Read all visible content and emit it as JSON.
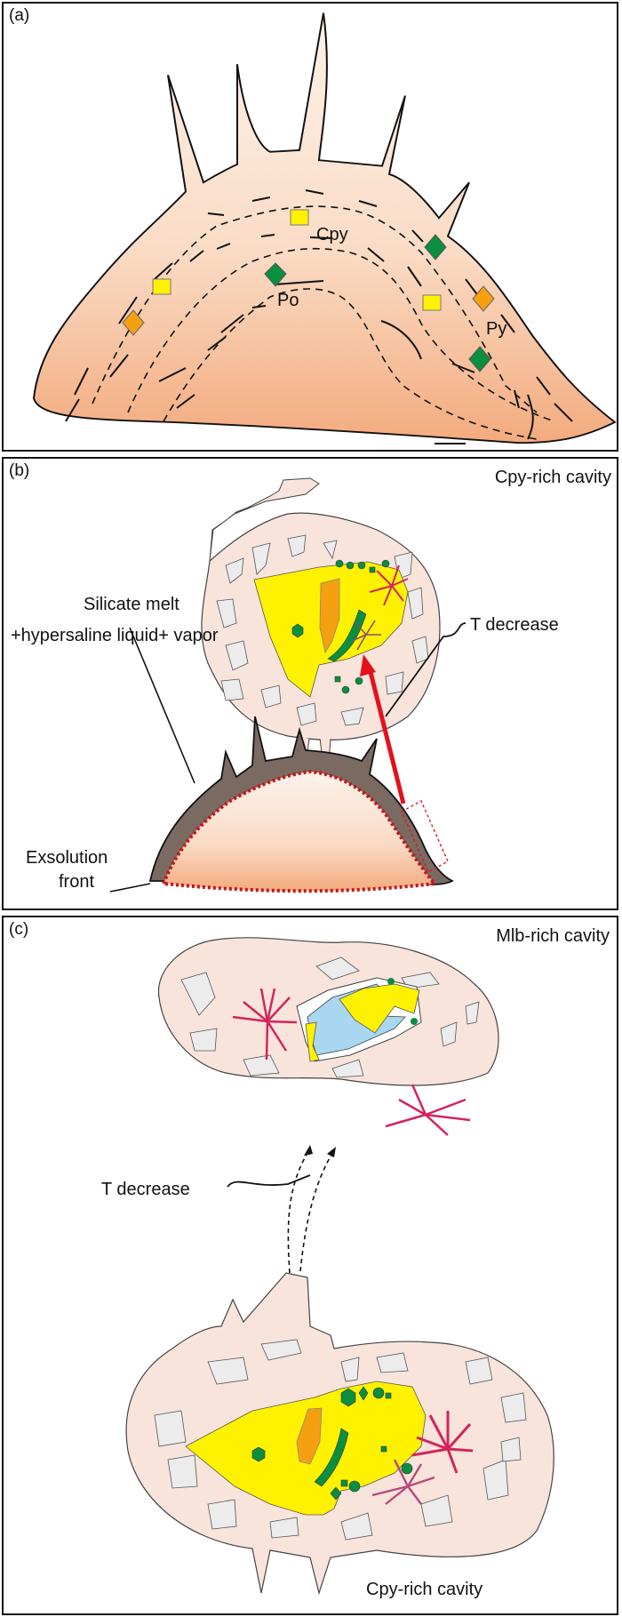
{
  "figure": {
    "panels": [
      {
        "id": "a",
        "label": "(a)",
        "mineral_labels": {
          "cpy": "Cpy",
          "po": "Po",
          "py": "Py"
        }
      },
      {
        "id": "b",
        "label": "(b)",
        "title": "Cpy-rich cavity",
        "annotations": {
          "melt_line1": "Silicate melt",
          "melt_line2": "+hypersaline liquid+ vapor",
          "t_decrease": "T decrease",
          "exsolution_line1": "Exsolution",
          "exsolution_line2": "front"
        }
      },
      {
        "id": "c",
        "label": "(c)",
        "title": "Mlb-rich cavity",
        "t_decrease": "T decrease",
        "bottom_title": "Cpy-rich cavity"
      }
    ],
    "colors": {
      "chalcopyrite": "#fff200",
      "pyrrhotite": "#0a8f3f",
      "pyrite": "#f4a011",
      "molybdenite_rosette": "#d3245c",
      "quartz_cavity_blue": "#a9d6f0",
      "granite_pink": "#f9e4dc",
      "melt_brown": "#7a6a62",
      "arrow_red": "#e3111b",
      "exsolution_front": "#c4161c"
    }
  }
}
